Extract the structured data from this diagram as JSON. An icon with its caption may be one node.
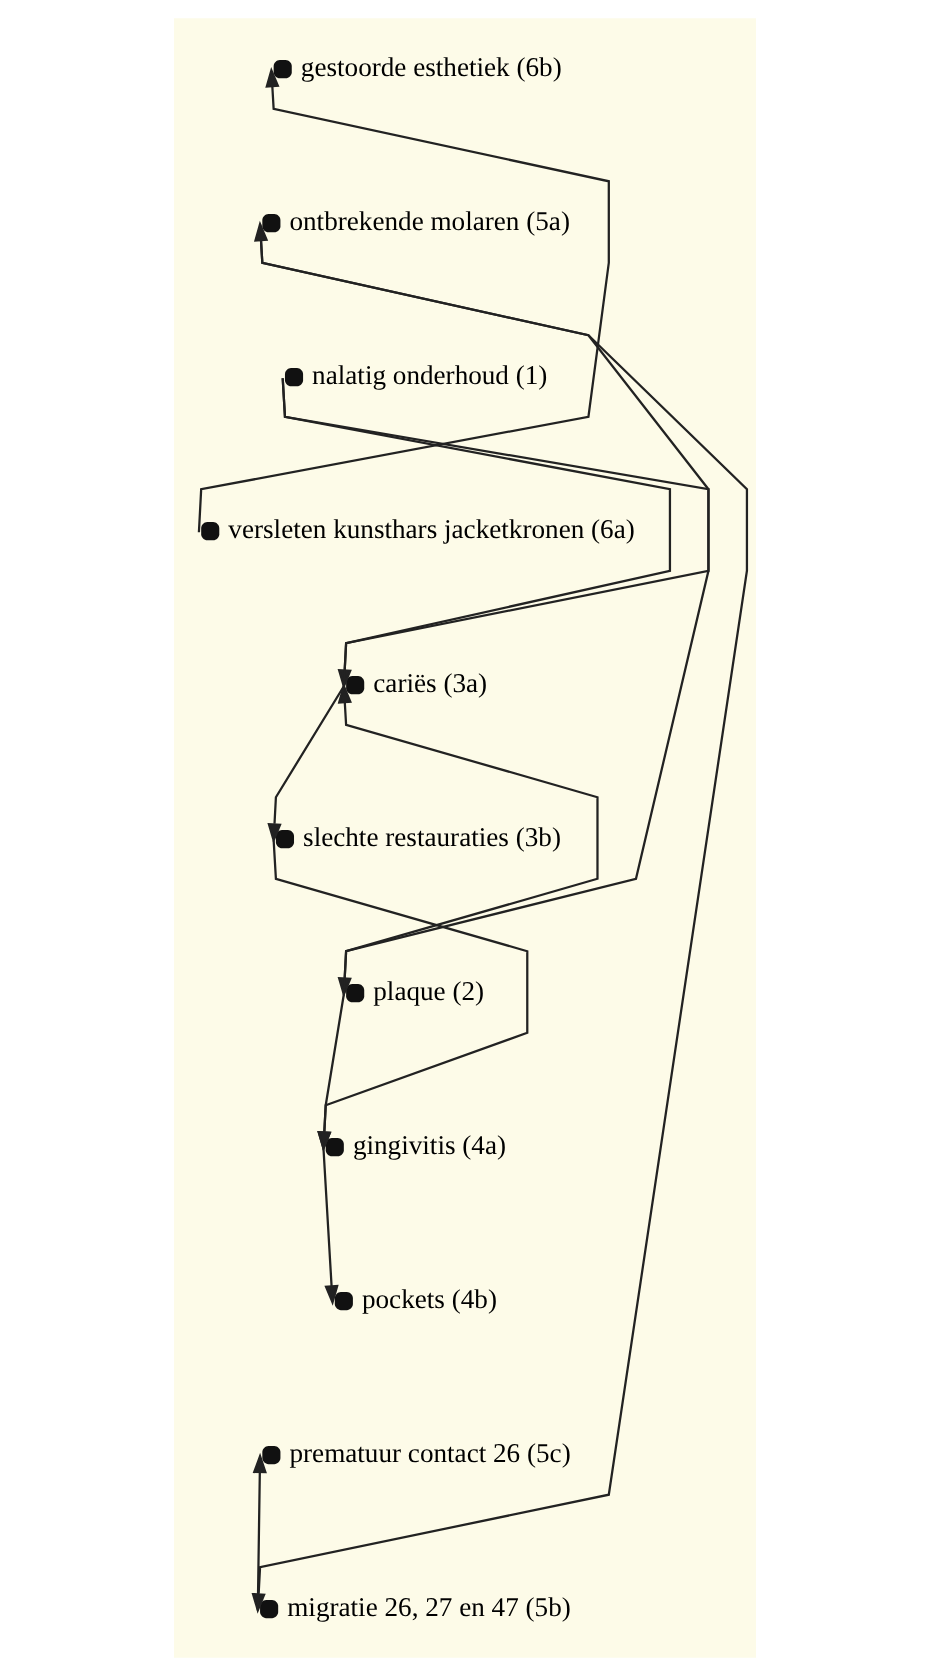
{
  "diagram": {
    "nodes": [
      {
        "text": [
          "gestoorde esthetiek (6b)"
        ]
      },
      {
        "text": [
          "ontbrekende molaren (5a)"
        ]
      },
      {
        "text": [
          "nalatig onderhoud (1)"
        ]
      },
      {
        "text": [
          "versleten kunsthars jacketkronen (6a)"
        ]
      },
      {
        "text": [
          "cariës (3a)"
        ]
      },
      {
        "text": [
          "slechte restauraties (3b)"
        ]
      },
      {
        "text": [
          "plaque (2)"
        ]
      },
      {
        "text": [
          "gingivitis (4a)"
        ]
      },
      {
        "text": [
          "pockets (4b)"
        ]
      },
      {
        "text": [
          "prematuur contact 26 (5c)"
        ]
      },
      {
        "text": [
          "migratie 26, 27 en 47 (5b)"
        ]
      }
    ],
    "edges": [
      {
        "from": 3,
        "to": 0,
        "arrow": "to"
      },
      {
        "from": 1,
        "to": 10,
        "arrow": "to"
      },
      {
        "from": 4,
        "to": 1,
        "arrow": "to"
      },
      {
        "from": 2,
        "to": 4,
        "arrow": "to"
      },
      {
        "from": 2,
        "to": 6,
        "arrow": "to"
      },
      {
        "from": 4,
        "to": 5,
        "arrow": "to"
      },
      {
        "from": 5,
        "to": 7,
        "arrow": "to"
      },
      {
        "from": 6,
        "to": 4,
        "arrow": "to"
      },
      {
        "from": 6,
        "to": 7,
        "arrow": "to"
      },
      {
        "from": 7,
        "to": 8,
        "arrow": "to"
      },
      {
        "from": 10,
        "to": 9,
        "arrow": "to"
      }
    ]
  }
}
